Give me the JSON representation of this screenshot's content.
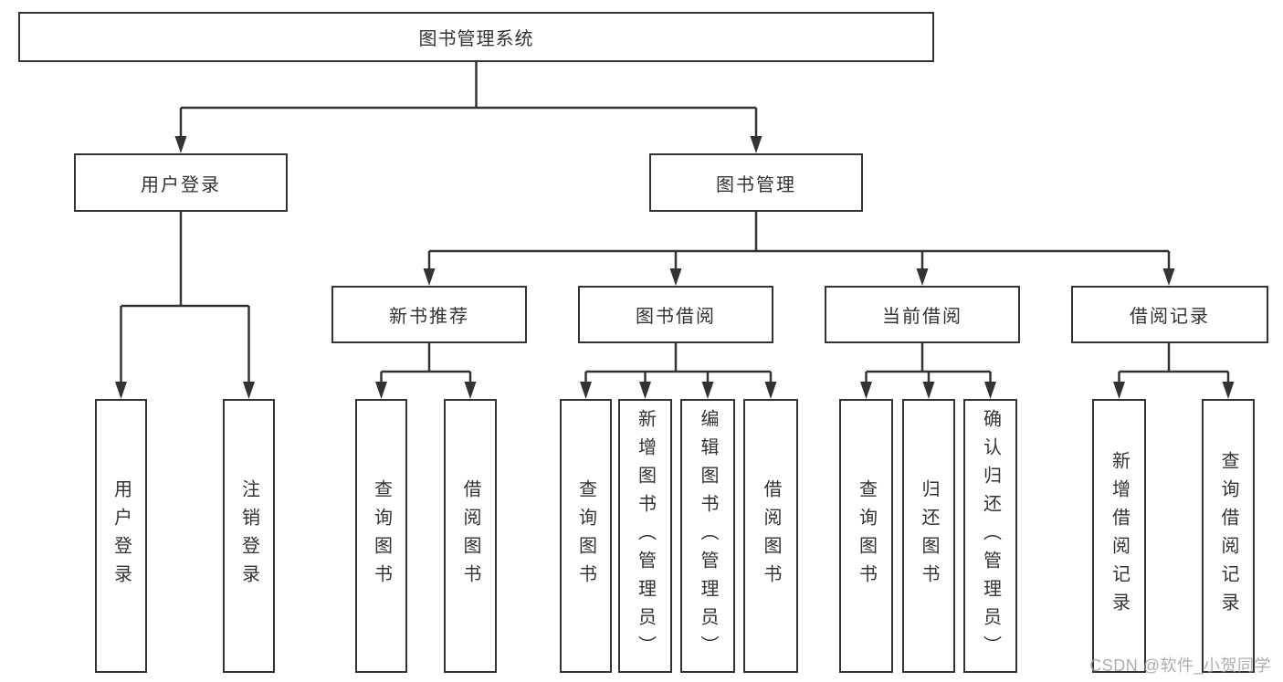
{
  "diagram": {
    "root": {
      "label": "图书管理系统"
    },
    "level2": [
      {
        "label": "用户登录"
      },
      {
        "label": "图书管理"
      }
    ],
    "level3": [
      {
        "label": "新书推荐",
        "parent": "图书管理"
      },
      {
        "label": "图书借阅",
        "parent": "图书管理"
      },
      {
        "label": "当前借阅",
        "parent": "图书管理"
      },
      {
        "label": "借阅记录",
        "parent": "图书管理"
      }
    ],
    "leaves": [
      {
        "label": "用户登录",
        "parent": "用户登录"
      },
      {
        "label": "注销登录",
        "parent": "用户登录"
      },
      {
        "label": "查询图书",
        "parent": "新书推荐"
      },
      {
        "label": "借阅图书",
        "parent": "新书推荐"
      },
      {
        "label": "查询图书",
        "parent": "图书借阅"
      },
      {
        "label": "新增图书（管理员）",
        "parent": "图书借阅"
      },
      {
        "label": "编辑图书（管理员）",
        "parent": "图书借阅"
      },
      {
        "label": "借阅图书",
        "parent": "图书借阅"
      },
      {
        "label": "查询图书",
        "parent": "当前借阅"
      },
      {
        "label": "归还图书",
        "parent": "当前借阅"
      },
      {
        "label": "确认归还（管理员）",
        "parent": "当前借阅"
      },
      {
        "label": "新增借阅记录",
        "parent": "借阅记录"
      },
      {
        "label": "查询借阅记录",
        "parent": "借阅记录"
      }
    ],
    "colors": {
      "line": "#333333",
      "text": "#333333",
      "box_background": "#ffffff",
      "page_background": "#ffffff",
      "watermark": "#a0a0a0"
    }
  },
  "watermark": {
    "text": "CSDN @软件_小贺同学"
  }
}
